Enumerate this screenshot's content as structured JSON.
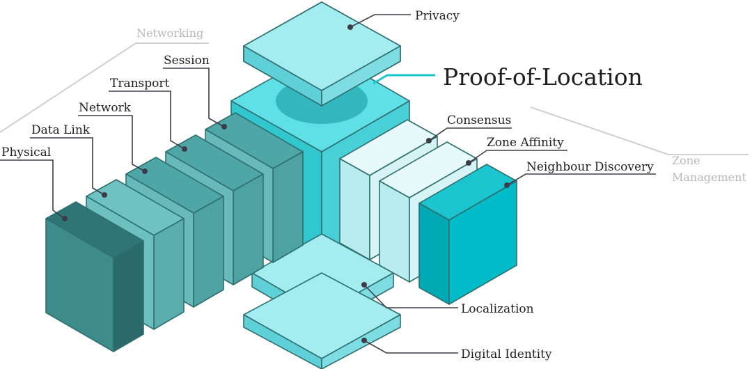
{
  "labels": {
    "privacy": "Privacy",
    "proof_of_location": "Proof-of-Location",
    "networking": "Networking",
    "session": "Session",
    "transport": "Transport",
    "network": "Network",
    "data_link": "Data Link",
    "physical": "Physical",
    "consensus": "Consensus",
    "zone_affinity": "Zone Affinity",
    "neighbour_discovery": "Neighbour Discovery",
    "zone_management_line1": "Zone",
    "zone_management_line2": "Management",
    "localization": "Localization",
    "digital_identity": "Digital Identity"
  },
  "colors": {
    "physical_front": "#3c8a8a",
    "layer_front": "#62b8b8",
    "zone_front": "#d6f4f6",
    "neighbour_front": "#00bcc9",
    "core": "#5fdde4",
    "slab": "#9fe8ec",
    "outline": "#2f6f6f",
    "group_label": "#b8b8b8"
  }
}
